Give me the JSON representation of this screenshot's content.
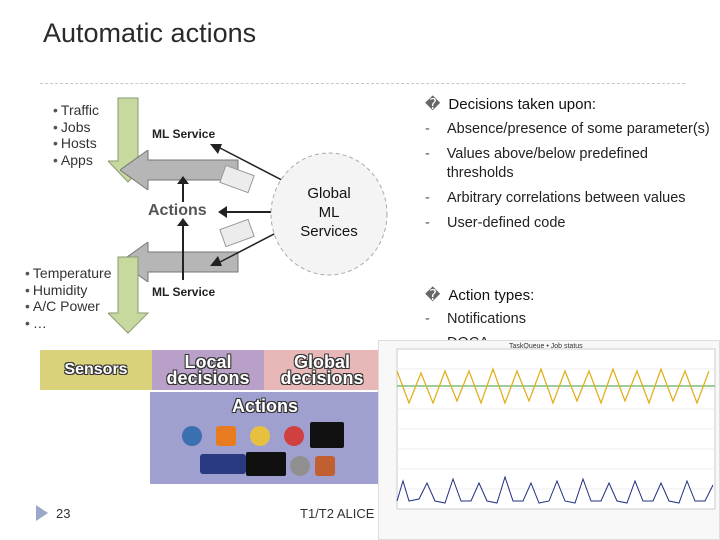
{
  "slide": {
    "title": "Automatic actions",
    "top_bullets": [
      "Traffic",
      "Jobs",
      "Hosts",
      "Apps"
    ],
    "bottom_bullets": [
      "Temperature",
      "Humidity",
      "A/C Power",
      "…"
    ],
    "ml_service_top": "ML Service",
    "ml_service_bottom": "ML Service",
    "actions_label": "Actions",
    "global_services": [
      "Global",
      "ML",
      "Services"
    ],
    "rule_glyph": "�",
    "right": {
      "decisions_heading": "Decisions taken upon:",
      "decisions_items": [
        "Absence/presence of some parameter(s)",
        "Values above/below predefined thresholds",
        "Arbitrary correlations between values",
        "User-defined code"
      ],
      "action_types_heading": "Action types:",
      "action_types_items": [
        "Notifications",
        "DOCA…"
      ]
    },
    "bottom_diagram": {
      "sensors": "Sensors",
      "local": "Local decisions",
      "global": "Global decisions",
      "actions": "Actions"
    },
    "chart_caption": "TaskQueue • Job status",
    "footer_page": "23",
    "footer_text": "T1/T2 ALICE"
  },
  "colors": {
    "arrow_fill": "#c8d9a0",
    "arrow_stroke": "#8a9a70",
    "sensors_box": "#d9d27a",
    "local_box": "#b8a0c8",
    "global_box": "#e8b8b8",
    "actions_box": "#a0a0d0",
    "footer_accent": "#9aa7c8",
    "chart_yellow": "#e0b020",
    "chart_green": "#60b060",
    "chart_blue": "#203080"
  }
}
